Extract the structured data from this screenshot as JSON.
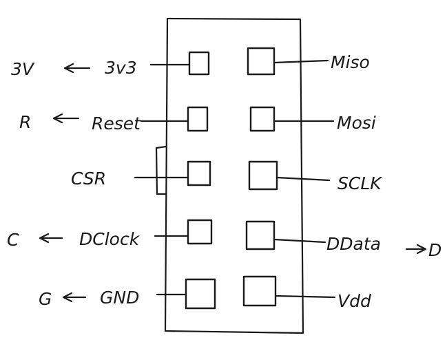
{
  "header": {
    "left_pins": [
      {
        "label": "3v3",
        "target": "3V"
      },
      {
        "label": "Reset",
        "target": "R"
      },
      {
        "label": "CSR",
        "target": ""
      },
      {
        "label": "DClock",
        "target": "C"
      },
      {
        "label": "GND",
        "target": "G"
      }
    ],
    "right_pins": [
      {
        "label": "Miso",
        "target": ""
      },
      {
        "label": "Mosi",
        "target": ""
      },
      {
        "label": "SCLK",
        "target": ""
      },
      {
        "label": "DData",
        "target": "D"
      },
      {
        "label": "Vdd",
        "target": ""
      }
    ]
  }
}
